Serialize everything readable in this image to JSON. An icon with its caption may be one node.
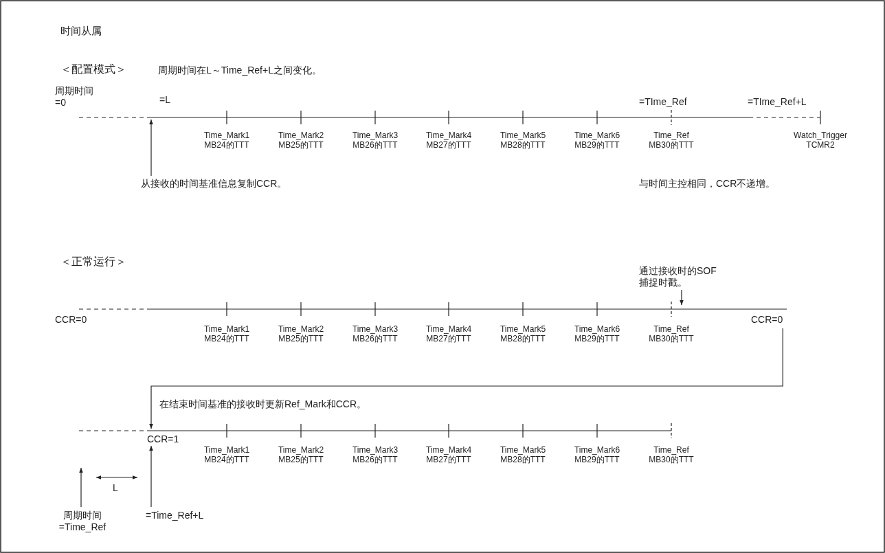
{
  "diagram": {
    "title": "时间从属",
    "nodes": [
      {
        "text": [
          "从接收的时间基准信息复制CCR。"
        ]
      },
      {
        "text": [
          "通过接收时的SOF捕捉时戳。"
        ]
      },
      {
        "text": [
          "CCR=0"
        ]
      },
      {
        "text": [
          "CCR=1"
        ]
      },
      {
        "text": [
          "周期时间 =Time_Ref"
        ]
      },
      {
        "text": [
          "=Time_Ref+L"
        ]
      }
    ],
    "edges": [
      {
        "from": 0,
        "to": null,
        "arrow": "to"
      },
      {
        "from": 1,
        "to": null,
        "arrow": "to"
      },
      {
        "from": 2,
        "to": 3,
        "arrow": "to",
        "label": "在结束时间基准的接收时更新Ref_Mark和CCR。"
      },
      {
        "from": 4,
        "to": null,
        "arrow": "to"
      },
      {
        "from": 5,
        "to": 3,
        "arrow": "to"
      }
    ],
    "labels": [
      "＜配置模式＞",
      "周期时间在L～Time_Ref+L之间变化。",
      "周期时间 =0",
      "=L",
      "=TIme_Ref",
      "=TIme_Ref+L",
      "Time_Mark1 MB24的TTT",
      "Time_Mark2 MB25的TTT",
      "Time_Mark3 MB26的TTT",
      "Time_Mark4 MB27的TTT",
      "Time_Mark5 MB28的TTT",
      "Time_Mark6 MB29的TTT",
      "Time_Ref MB30的TTT",
      "Watch_Trigger TCMR2",
      "与时间主控相同，CCR不递增。",
      "＜正常运行＞",
      "CCR=0",
      "Time_Mark1 MB24的TTT",
      "Time_Mark2 MB25的TTT",
      "Time_Mark3 MB26的TTT",
      "Time_Mark4 MB27的TTT",
      "Time_Mark5 MB28的TTT",
      "Time_Mark6 MB29的TTT",
      "Time_Ref MB30的TTT",
      "Time_Mark1 MB24的TTT",
      "Time_Mark2 MB25的TTT",
      "Time_Mark3 MB26的TTT",
      "Time_Mark4 MB27的TTT",
      "Time_Mark5 MB28的TTT",
      "Time_Mark6 MB29的TTT",
      "Time_Ref MB30的TTT",
      "L"
    ]
  }
}
